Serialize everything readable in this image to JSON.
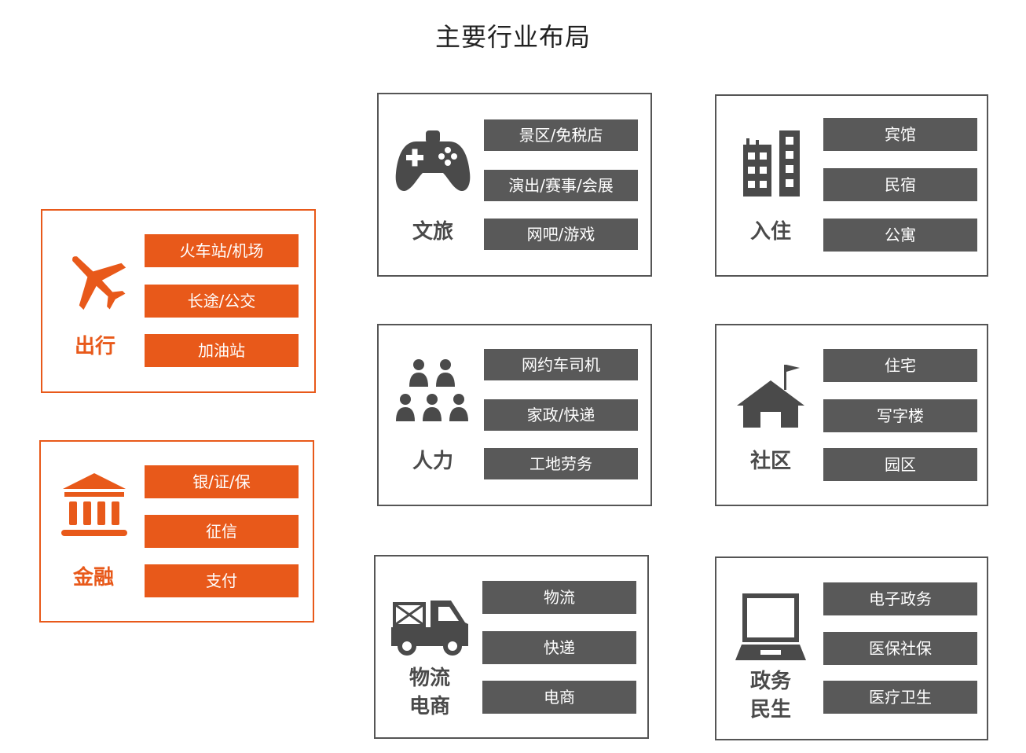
{
  "title": "主要行业布局",
  "colors": {
    "accent": "#e8591a",
    "neutral": "#595959",
    "border": "#555555",
    "text": "#222222"
  },
  "categories": {
    "travel": {
      "label": "出行",
      "icon": "airplane-icon",
      "items": [
        "火车站/机场",
        "长途/公交",
        "加油站"
      ]
    },
    "finance": {
      "label": "金融",
      "icon": "bank-icon",
      "items": [
        "银/证/保",
        "征信",
        "支付"
      ]
    },
    "tourism": {
      "label": "文旅",
      "icon": "gamepad-icon",
      "items": [
        "景区/免税店",
        "演出/赛事/会展",
        "网吧/游戏"
      ]
    },
    "lodging": {
      "label": "入住",
      "icon": "buildings-icon",
      "items": [
        "宾馆",
        "民宿",
        "公寓"
      ]
    },
    "labor": {
      "label": "人力",
      "icon": "people-group-icon",
      "items": [
        "网约车司机",
        "家政/快递",
        "工地劳务"
      ]
    },
    "community": {
      "label": "社区",
      "icon": "house-flag-icon",
      "items": [
        "住宅",
        "写字楼",
        "园区"
      ]
    },
    "logistics": {
      "label_line1": "物流",
      "label_line2": "电商",
      "icon": "delivery-truck-icon",
      "items": [
        "物流",
        "快递",
        "电商"
      ]
    },
    "government": {
      "label_line1": "政务",
      "label_line2": "民生",
      "icon": "laptop-icon",
      "items": [
        "电子政务",
        "医保社保",
        "医疗卫生"
      ]
    }
  }
}
